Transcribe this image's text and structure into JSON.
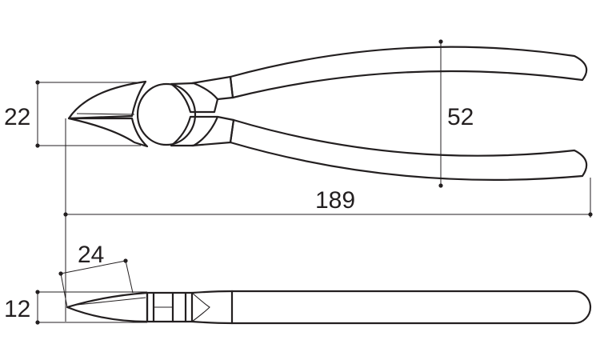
{
  "dimensions": {
    "jaw_height": "22",
    "handle_spread": "52",
    "overall_length": "189",
    "jaw_length": "24",
    "thickness": "12"
  },
  "colors": {
    "line": "#231f20",
    "background": "#ffffff"
  }
}
